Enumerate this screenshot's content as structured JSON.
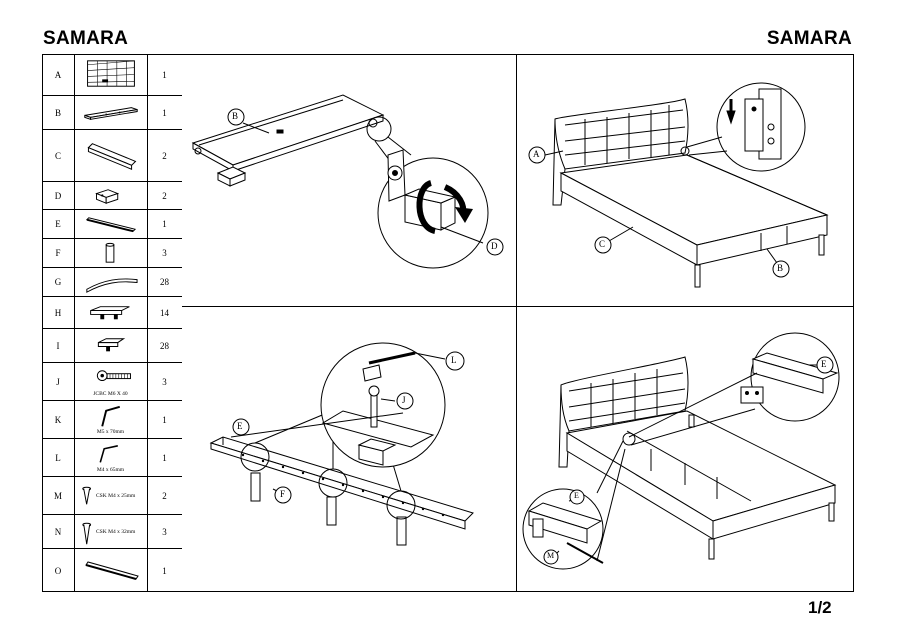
{
  "header": {
    "title_left": "SAMARA",
    "title_right": "SAMARA"
  },
  "footer": {
    "page": "1/2"
  },
  "parts": [
    {
      "letter": "A",
      "qty": "1",
      "icon": "headboard-icon",
      "label": ""
    },
    {
      "letter": "B",
      "qty": "1",
      "icon": "footboard-panel-icon",
      "label": ""
    },
    {
      "letter": "C",
      "qty": "2",
      "icon": "side-rail-icon",
      "label": ""
    },
    {
      "letter": "D",
      "qty": "2",
      "icon": "corner-block-icon",
      "label": ""
    },
    {
      "letter": "E",
      "qty": "1",
      "icon": "center-rail-icon",
      "label": ""
    },
    {
      "letter": "F",
      "qty": "3",
      "icon": "support-leg-icon",
      "label": ""
    },
    {
      "letter": "G",
      "qty": "28",
      "icon": "slat-icon",
      "label": ""
    },
    {
      "letter": "H",
      "qty": "14",
      "icon": "double-slat-holder-icon",
      "label": ""
    },
    {
      "letter": "I",
      "qty": "28",
      "icon": "slat-holder-icon",
      "label": ""
    },
    {
      "letter": "J",
      "qty": "3",
      "icon": "bolt-icon",
      "label": "JCBC M6 X 40"
    },
    {
      "letter": "K",
      "qty": "1",
      "icon": "allen-key-large-icon",
      "label": "M5 x 70mm"
    },
    {
      "letter": "L",
      "qty": "1",
      "icon": "allen-key-small-icon",
      "label": "M4 x 65mm"
    },
    {
      "letter": "M",
      "qty": "2",
      "icon": "screw-25-icon",
      "label": "CSK M4 x 25mm"
    },
    {
      "letter": "N",
      "qty": "3",
      "icon": "screw-32-icon",
      "label": "CSK M4 x 32mm"
    },
    {
      "letter": "O",
      "qty": "1",
      "icon": "rod-icon",
      "label": ""
    }
  ],
  "step1": {
    "callout_b": "B",
    "callout_d": "D"
  },
  "step2": {
    "callout_a": "A",
    "callout_c": "C",
    "callout_b": "B"
  },
  "step3": {
    "callout_e": "E",
    "callout_f": "F",
    "callout_l": "L",
    "callout_j": "J"
  },
  "step4": {
    "callout_e_top": "E",
    "callout_e_detail": "E",
    "callout_m": "M"
  }
}
